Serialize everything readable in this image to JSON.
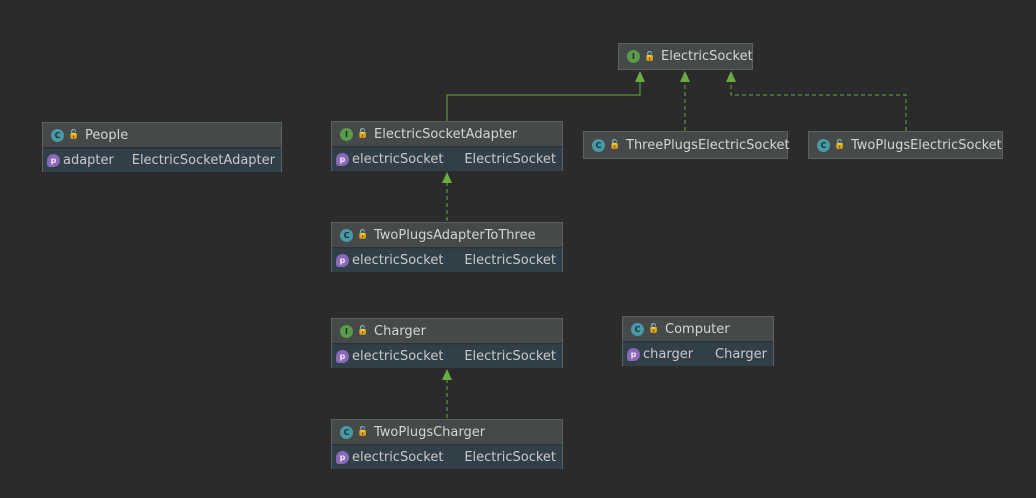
{
  "colors": {
    "background": "#2b2b2b",
    "edge": "#6aab44",
    "class_badge": "#4a9aa5",
    "interface_badge": "#5a9a4a",
    "property_badge": "#8a68b7"
  },
  "nodes": {
    "electric_socket": {
      "kind": "I",
      "name": "ElectricSocket"
    },
    "people": {
      "kind": "C",
      "name": "People",
      "field": {
        "name": "adapter",
        "type": "ElectricSocketAdapter"
      }
    },
    "electric_socket_adapter": {
      "kind": "I",
      "name": "ElectricSocketAdapter",
      "field": {
        "name": "electricSocket",
        "type": "ElectricSocket"
      }
    },
    "three_plugs_electric_socket": {
      "kind": "C",
      "name": "ThreePlugsElectricSocket"
    },
    "two_plugs_electric_socket": {
      "kind": "C",
      "name": "TwoPlugsElectricSocket"
    },
    "two_plugs_adapter_to_three": {
      "kind": "C",
      "name": "TwoPlugsAdapterToThree",
      "field": {
        "name": "electricSocket",
        "type": "ElectricSocket"
      }
    },
    "charger": {
      "kind": "I",
      "name": "Charger",
      "field": {
        "name": "electricSocket",
        "type": "ElectricSocket"
      }
    },
    "computer": {
      "kind": "C",
      "name": "Computer",
      "field": {
        "name": "charger",
        "type": "Charger"
      }
    },
    "two_plugs_charger": {
      "kind": "C",
      "name": "TwoPlugsCharger",
      "field": {
        "name": "electricSocket",
        "type": "ElectricSocket"
      }
    }
  },
  "badges": {
    "field": "p"
  }
}
